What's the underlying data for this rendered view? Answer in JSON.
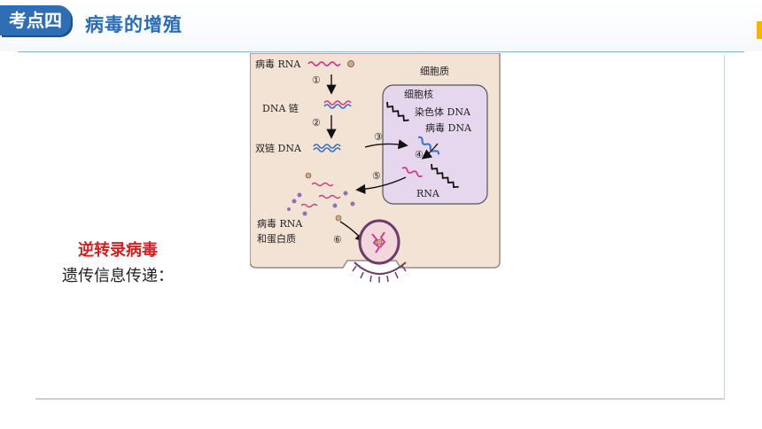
{
  "header": {
    "badge": "考点四",
    "title": "病毒的增殖"
  },
  "left_labels": {
    "red": "逆转录病毒",
    "black": "遗传信息传递："
  },
  "diagram": {
    "virus_rna": "病毒 RNA",
    "cytoplasm": "细胞质",
    "step1": "①",
    "nucleus": "细胞核",
    "dna_strand": "DNA 链",
    "chromosome_dna": "染色体 DNA",
    "step2": "②",
    "viral_dna": "病毒 DNA",
    "double_dna": "双链 DNA",
    "step3": "③",
    "step4": "④",
    "step5": "⑤",
    "rna": "RNA",
    "virus_rna_protein_1": "病毒 RNA",
    "virus_rna_protein_2": "和蛋白质",
    "step6": "⑥"
  },
  "colors": {
    "accent_blue": "#2f6eb5",
    "title_blue": "#2a6db5",
    "highlight_red": "#d0201f",
    "yellow_mark": "#f5b400",
    "cell_fill": "#f3e3d4",
    "nucleus_fill": "#e7d7ee"
  }
}
